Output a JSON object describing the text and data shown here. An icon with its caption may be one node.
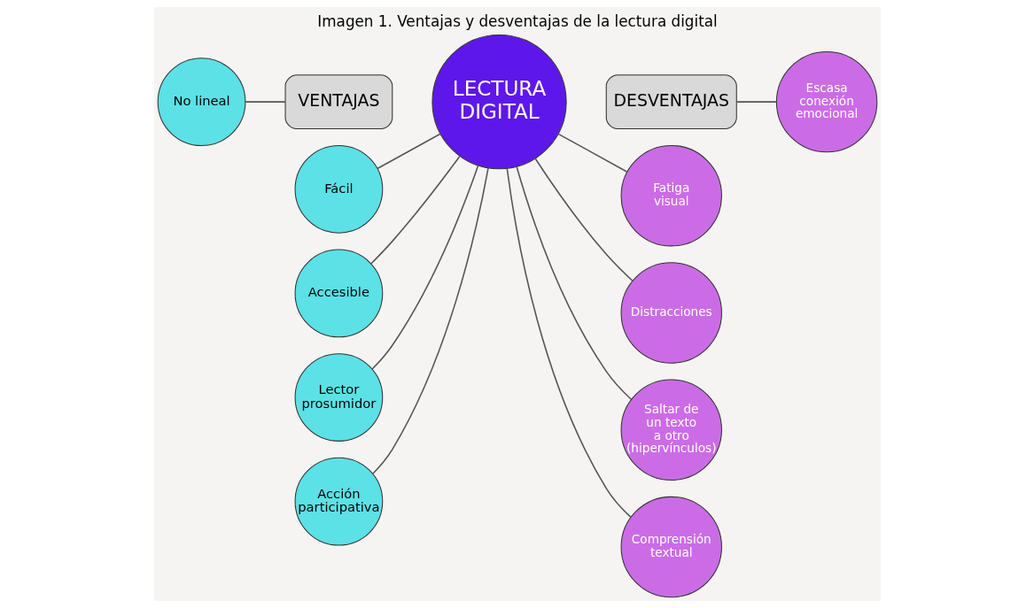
{
  "diagram": {
    "title": "Imagen 1. Ventajas y desventajas de la lectura digital",
    "nodes": [
      {
        "text": [
          "LECTURA DIGITAL"
        ]
      },
      {
        "text": [
          "VENTAJAS"
        ]
      },
      {
        "text": [
          "DESVENTAJAS"
        ]
      },
      {
        "text": [
          "Fácil"
        ]
      },
      {
        "text": [
          "Accesible"
        ]
      },
      {
        "text": [
          "No lineal"
        ]
      },
      {
        "text": [
          "Lector prosumidor"
        ]
      },
      {
        "text": [
          "Acción participativa"
        ]
      },
      {
        "text": [
          "Fatiga visual"
        ]
      },
      {
        "text": [
          "Distracciones"
        ]
      },
      {
        "text": [
          "Escasa conexión emocional"
        ]
      },
      {
        "text": [
          "Saltar de un texto a otro (hipervínculos)"
        ]
      },
      {
        "text": [
          "Comprensión textual"
        ]
      }
    ],
    "edges": [
      {
        "from": 3,
        "to": 0,
        "arrow": "none"
      },
      {
        "from": 4,
        "to": 0,
        "arrow": "none"
      },
      {
        "from": 5,
        "to": 1,
        "arrow": "none"
      },
      {
        "from": 6,
        "to": 0,
        "arrow": "none"
      },
      {
        "from": 7,
        "to": 0,
        "arrow": "none"
      },
      {
        "from": 0,
        "to": 8,
        "arrow": "none"
      },
      {
        "from": 0,
        "to": 9,
        "arrow": "none"
      },
      {
        "from": 2,
        "to": 10,
        "arrow": "none"
      },
      {
        "from": 0,
        "to": 11,
        "arrow": "none"
      },
      {
        "from": 0,
        "to": 12,
        "arrow": "none"
      }
    ]
  }
}
